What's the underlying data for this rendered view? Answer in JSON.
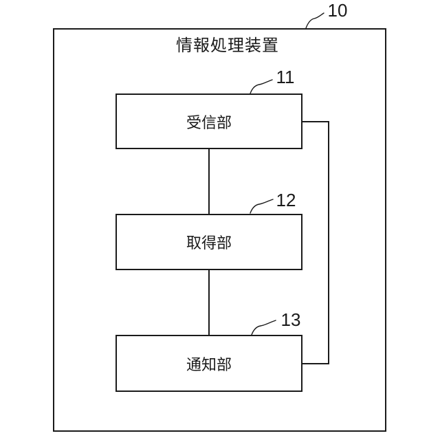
{
  "figure": {
    "device_label": "情報処理装置",
    "device_ref": "10",
    "blocks": [
      {
        "label": "受信部",
        "ref": "11"
      },
      {
        "label": "取得部",
        "ref": "12"
      },
      {
        "label": "通知部",
        "ref": "13"
      }
    ]
  }
}
